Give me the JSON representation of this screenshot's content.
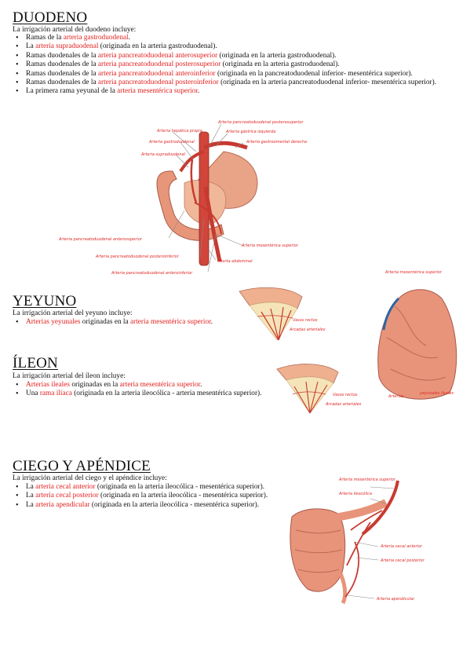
{
  "sections": [
    {
      "title": "DUODENO",
      "intro": "La irrigación arterial del duodeno incluye:",
      "items": [
        {
          "pre": "Ramas de la ",
          "red": "arteria gastroduodenal",
          "post": "."
        },
        {
          "pre": "La ",
          "red": "arteria supraduodenal",
          "post": " (originada en la arteria gastroduodenal)."
        },
        {
          "pre": "Ramas duodenales de la ",
          "red": "arteria pancreatoduodenal anterosuperior",
          "post": " (originada en la arteria gastroduodenal)."
        },
        {
          "pre": "Ramas duodenales de la ",
          "red": "arteria pancreatoduodenal posterosuperior",
          "post": " (originada en la arteria gastroduodenal)."
        },
        {
          "pre": "Ramas duodenales de la ",
          "red": "arteria pancreatoduodenal anteroinferior",
          "post": " (originada en la pancreatoduodenal inferior- mesentérica superior)."
        },
        {
          "pre": "Ramas duodenales de la ",
          "red": "arteria pancreatoduodenal posteroinferior",
          "post": " (originada en la arteria pancreatoduodenal inferior- mesentérica superior)."
        },
        {
          "pre": "La primera rama yeyunal de la ",
          "red": "arteria mesentérica superior",
          "post": "."
        }
      ]
    },
    {
      "title": "YEYUNO",
      "intro": "La irrigación arterial del yeyuno incluye:",
      "items": [
        {
          "pre": "",
          "red": "Arterias yeyunales",
          "post": " originadas en la ",
          "red2": "arteria mesentérica superior",
          "post2": "."
        }
      ]
    },
    {
      "title": "ÍLEON",
      "intro": "La irrigación arterial del íleon incluye:",
      "items": [
        {
          "pre": "",
          "red": "Arterias ileales",
          "post": " originadas en la ",
          "red2": "arteria mesentérica superior",
          "post2": "."
        },
        {
          "pre": "Una ",
          "red": "rama ilíaca",
          "post": " (originada en la arteria ileocólica - arteria mesentérica superior)."
        }
      ]
    },
    {
      "title": "CIEGO Y APÉNDICE",
      "intro": "La irrigación arterial del ciego y el apéndice incluye:",
      "items": [
        {
          "pre": "La ",
          "red": "arteria cecal anterior",
          "post": " (originada en la arteria ileocólica - mesentérica superior)."
        },
        {
          "pre": "La ",
          "red": "arteria cecal posterior",
          "post": " (originada en la arteria ileocólica - mesentérica superior)."
        },
        {
          "pre": "La ",
          "red": "arteria apendicular",
          "post": " (originada en la arteria ileocólica - mesentérica superior)."
        }
      ]
    }
  ],
  "figures": {
    "duodeno_labels": {
      "hepatica": "Arteria hepática propia",
      "gastroduodenal": "Arteria gastroduodenal",
      "supraduodenal": "Arteria supraduodenal",
      "pd_posterosuperior": "Arteria pancreatoduodenal posterosuperior",
      "gastrica_izq": "Arteria gástrica izquierda",
      "gastroomental_der": "Arteria gastroomental derecha",
      "pd_anterosuperior": "Arteria pancreatoduodenal anterosuperior",
      "mesenterica_sup": "Arteria mesentérica superior",
      "pd_posteroinferior": "Arteria pancreatoduodenal posteroinferior",
      "aorta": "Aorta abdominal",
      "pd_anteroinferior": "Arteria pancreatoduodenal anteroinferior"
    },
    "yeyuno_labels": {
      "vasos_rectos": "Vasos rectos",
      "arcadas": "Arcadas arteriales",
      "mesenterica_sup": "Arteria mesentérica superior",
      "arterias": "Arterias",
      "yeyunales_ileales": "yeyunales ileales"
    },
    "ileon_labels": {
      "vasos_rectos": "Vasos rectos",
      "arcadas": "Arcadas arteriales"
    },
    "ciego_labels": {
      "mesenterica_sup": "Arteria mesentérica superior",
      "ileocolica": "Arteria ileocólica",
      "cecal_anterior": "Arteria cecal anterior",
      "cecal_posterior": "Arteria cecal posterior",
      "apendicular": "Arteria apendicular"
    }
  }
}
